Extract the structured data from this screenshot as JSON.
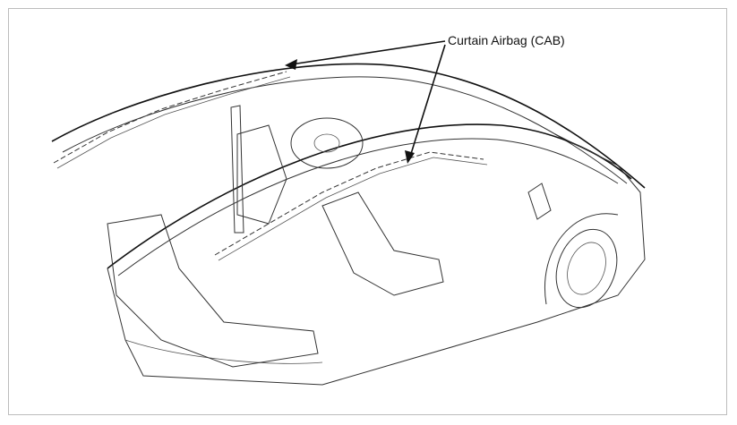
{
  "callout": {
    "label": "Curtain Airbag (CAB)",
    "targets": [
      "rear-left-curtain-airbag",
      "front-right-curtain-airbag"
    ]
  },
  "colors": {
    "ink": "#111111",
    "frame": "#bdbdbd",
    "background": "#ffffff"
  }
}
